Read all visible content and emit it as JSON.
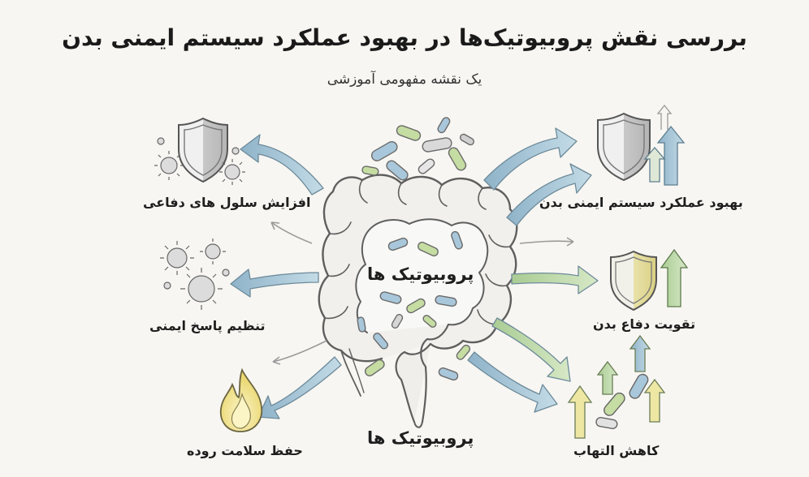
{
  "title": "بررسی نقش پروبیوتیک‌ها در بهبود عملکرد سیستم ایمنی بدن",
  "subtitle": "یک نقشه مفهومی آموزشی",
  "center_label": "پروبیوتیک ها",
  "bottom_label": "پروبیوتیک ها",
  "left_labels": {
    "immune_cells": "افزایش سلول های دفاعی",
    "immune_response": "تنظیم پاسخ ایمنی",
    "gut_health": "حفظ سلامت روده"
  },
  "right_labels": {
    "immune_function": "بهبود عملکرد سیستم ایمنی بدن",
    "body_defense": "تقویت دفاع بدن",
    "inflammation": "کاهش التهاب"
  },
  "icons": {
    "left_top": [
      "shield-icon",
      "virus-icon"
    ],
    "left_middle": [
      "virus-icon"
    ],
    "left_bottom": [
      "flame-icon"
    ],
    "right_top": [
      "shield-icon",
      "up-arrows-icon"
    ],
    "right_middle": [
      "shield-icon",
      "up-arrow-icon"
    ],
    "right_bottom": [
      "probiotic-capsule-icon",
      "up-arrows-icon"
    ]
  },
  "colors": {
    "arrow_blue": "#9fc0d2",
    "arrow_green": "#b9d6a6",
    "shield": "#c9c9c9",
    "flame": "#f2e08a",
    "capsule_blue": "#a9c7da",
    "capsule_green": "#c5dca2"
  }
}
